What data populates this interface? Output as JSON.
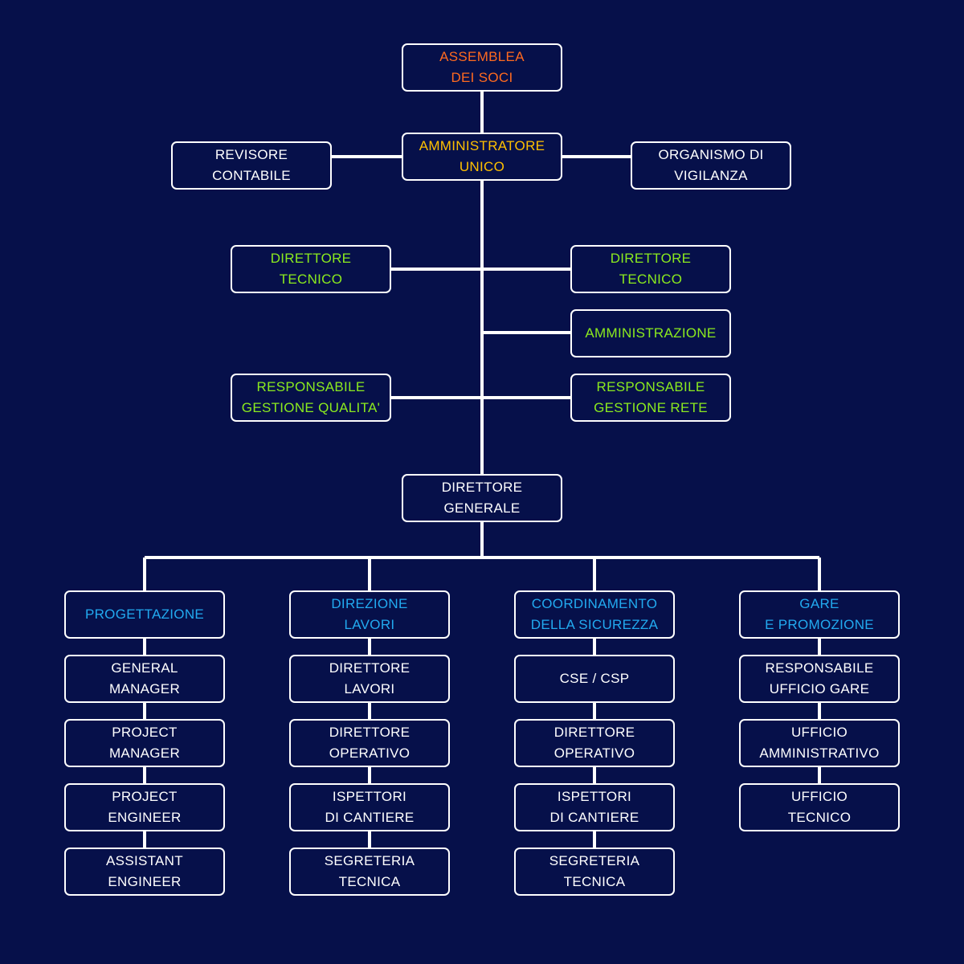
{
  "colors": {
    "background": "#06104a",
    "line": "#ffffff",
    "shareholders": "#ff6a1f",
    "administrator": "#ffc000",
    "staff": "#8bea1e",
    "departments": "#22aaf0",
    "roles": "#ffffff"
  },
  "top": {
    "assemblea": "ASSEMBLEA\nDEI SOCI",
    "amministratore": "AMMINISTRATORE\nUNICO",
    "revisore": "REVISORE\nCONTABILE",
    "organismo": "ORGANISMO DI\nVIGILANZA"
  },
  "staff": {
    "direttore_tecnico_left": "DIRETTORE\nTECNICO",
    "direttore_tecnico_right": "DIRETTORE\nTECNICO",
    "amministrazione": "AMMINISTRAZIONE",
    "qualita": "RESPONSABILE\nGESTIONE QUALITA'",
    "rete": "RESPONSABILE\nGESTIONE RETE"
  },
  "direttore_generale": "DIRETTORE\nGENERALE",
  "departments": [
    {
      "title": "PROGETTAZIONE",
      "roles": [
        "GENERAL\nMANAGER",
        "PROJECT\nMANAGER",
        "PROJECT\nENGINEER",
        "ASSISTANT\nENGINEER"
      ]
    },
    {
      "title": "DIREZIONE\nLAVORI",
      "roles": [
        "DIRETTORE\nLAVORI",
        "DIRETTORE\nOPERATIVO",
        "ISPETTORI\nDI CANTIERE",
        "SEGRETERIA\nTECNICA"
      ]
    },
    {
      "title": "COORDINAMENTO\nDELLA SICUREZZA",
      "roles": [
        "CSE / CSP",
        "DIRETTORE\nOPERATIVO",
        "ISPETTORI\nDI CANTIERE",
        "SEGRETERIA\nTECNICA"
      ]
    },
    {
      "title": "GARE\nE PROMOZIONE",
      "roles": [
        "RESPONSABILE\nUFFICIO GARE",
        "UFFICIO\nAMMINISTRATIVO",
        "UFFICIO\nTECNICO"
      ]
    }
  ]
}
